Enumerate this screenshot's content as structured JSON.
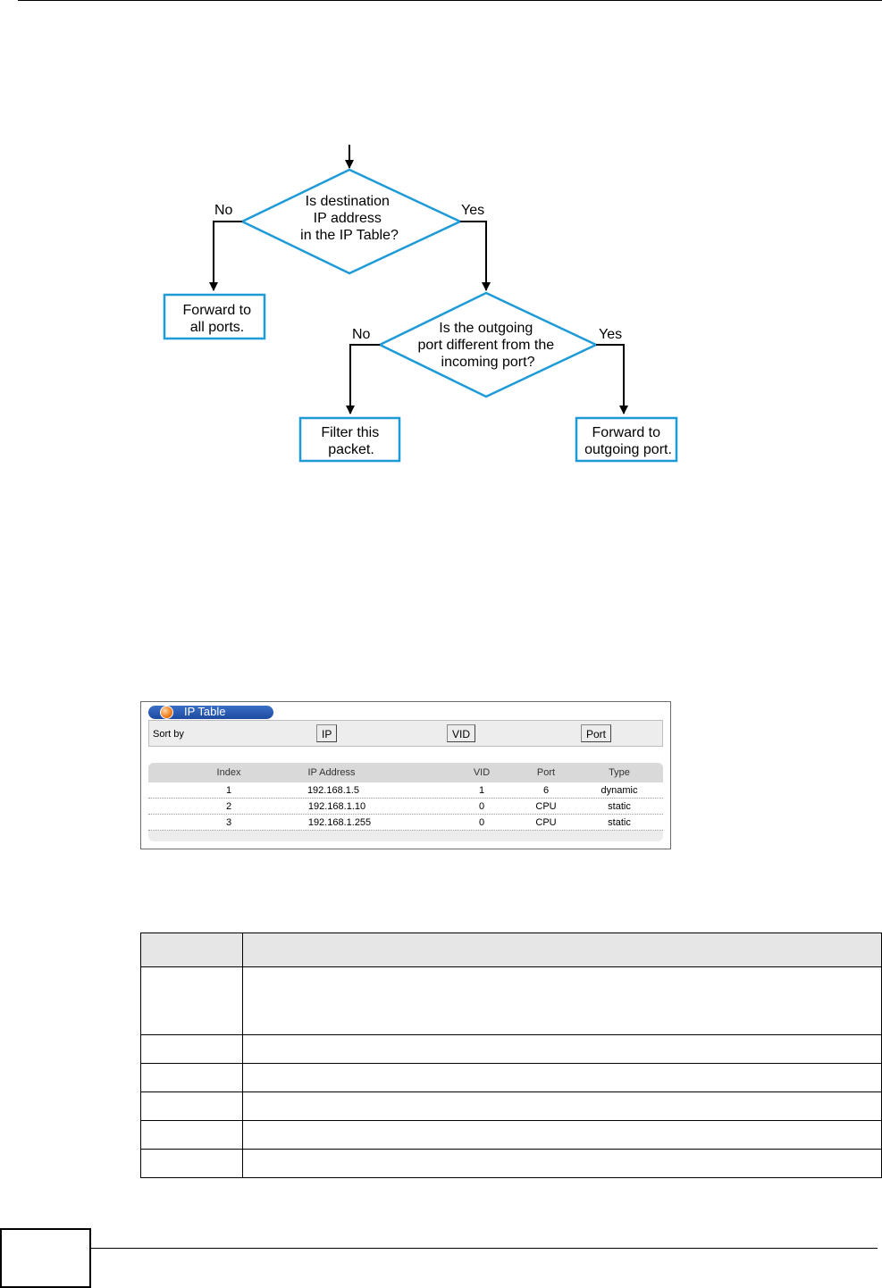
{
  "flowchart": {
    "decision1": [
      "Is destination",
      "IP address",
      "in the IP Table?"
    ],
    "decision1_no": "No",
    "decision1_yes": "Yes",
    "box_all_ports": [
      "Forward to",
      "all ports."
    ],
    "decision2": [
      "Is the outgoing",
      "port different from the",
      "incoming port?"
    ],
    "decision2_no": "No",
    "decision2_yes": "Yes",
    "box_filter": [
      "Filter this",
      "packet."
    ],
    "box_outgoing": [
      "Forward to",
      "outgoing port."
    ]
  },
  "ip_table_screen": {
    "title": "IP Table",
    "sort_label": "Sort by",
    "sort_buttons": [
      "IP",
      "VID",
      "Port"
    ],
    "columns": [
      "Index",
      "IP Address",
      "VID",
      "Port",
      "Type"
    ],
    "rows": [
      [
        "1",
        "192.168.1.5",
        "1",
        "6",
        "dynamic"
      ],
      [
        "2",
        "192.168.1.10",
        "0",
        "CPU",
        "static"
      ],
      [
        "3",
        "192.168.1.255",
        "0",
        "CPU",
        "static"
      ]
    ]
  },
  "colors": {
    "flow_outline": "#1e9bd7",
    "panel_title": "#1d4aa0",
    "header_fill": "#e6e6e6"
  }
}
